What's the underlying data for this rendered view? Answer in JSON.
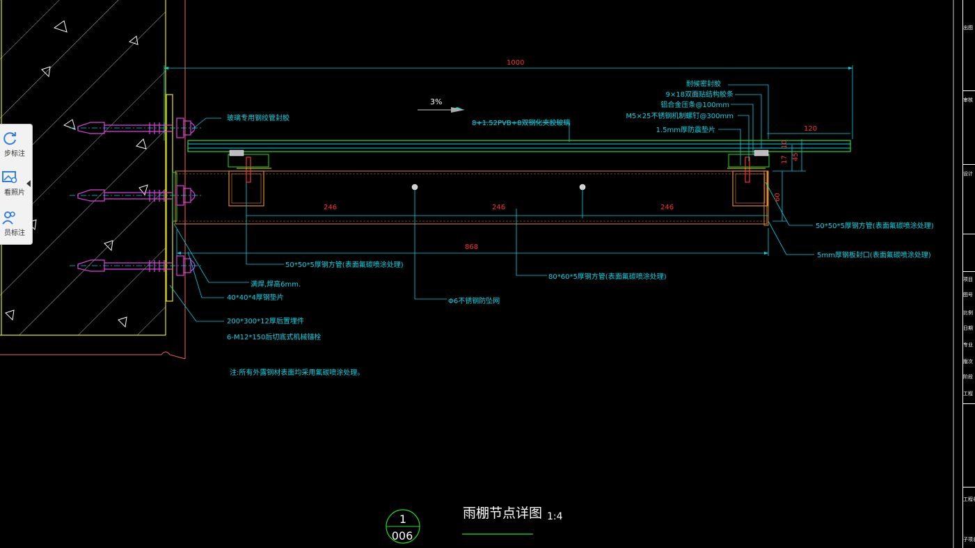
{
  "panel": {
    "items": [
      {
        "label": "步标注",
        "icon": "refresh-icon"
      },
      {
        "label": "看照片",
        "icon": "image-search-icon"
      },
      {
        "label": "员标注",
        "icon": "users-icon"
      }
    ]
  },
  "drawing": {
    "title": "雨棚节点详图",
    "scale": "1:4",
    "symbol_top": "1",
    "symbol_bottom": "006",
    "dims": {
      "overall": "1000",
      "left_span": "868",
      "seg1": "246",
      "seg2": "246",
      "seg3": "246",
      "right_120": "120",
      "v60": "60",
      "v45": "45",
      "v17": "17",
      "v10": "10"
    },
    "slope": "3%",
    "labels": {
      "glass_clip": "玻璃专用钢绞管封胶",
      "laminated_glass": "8+1.52PVB+8双钢化夹胶玻璃",
      "sealant": "耐候密封胶",
      "pad_9x18": "9×18双面贴结构胶条",
      "aluminum": "铝合金压条@100mm",
      "bolt_m5": "M5×25不锈钢机制螺钉@300mm",
      "rubber": "1.5mm厚防震垫片",
      "tube_right": "50*50*5厚钢方管(表面氟碳喷涂处理)",
      "plate_5mm": "5mm厚钢板封口(表面氟碳喷涂处理)",
      "tube_left": "50*50*5厚钢方管(表面氟碳喷涂处理)",
      "tube_main": "80*60*5厚钢方管(表面氟碳喷涂处理)",
      "mesh": "Φ6不锈钢防坠网",
      "weld": "满焊,焊高6mm.",
      "washer": "40*40*4厚钢垫片",
      "embed": "200*300*12厚后置埋件",
      "anchor": "6-M12*150后切底式机械锚栓",
      "note": "注:所有外露钢材表面均采用氟碳喷涂处理。"
    }
  },
  "title_block": {
    "cells": [
      "出图",
      "审核",
      "设计",
      "项目",
      "图号",
      "比例",
      "日期",
      "专业",
      "版次",
      "阶段",
      "工程",
      "工程名称",
      "子项名称"
    ]
  },
  "colors": {
    "background": "#000000",
    "cyan": "#00d8e8",
    "red": "#ff3030",
    "magenta": "#e040e0",
    "yellow": "#e8e800",
    "green": "#20e020",
    "orange": "#e08a2a",
    "white": "#ffffff"
  }
}
